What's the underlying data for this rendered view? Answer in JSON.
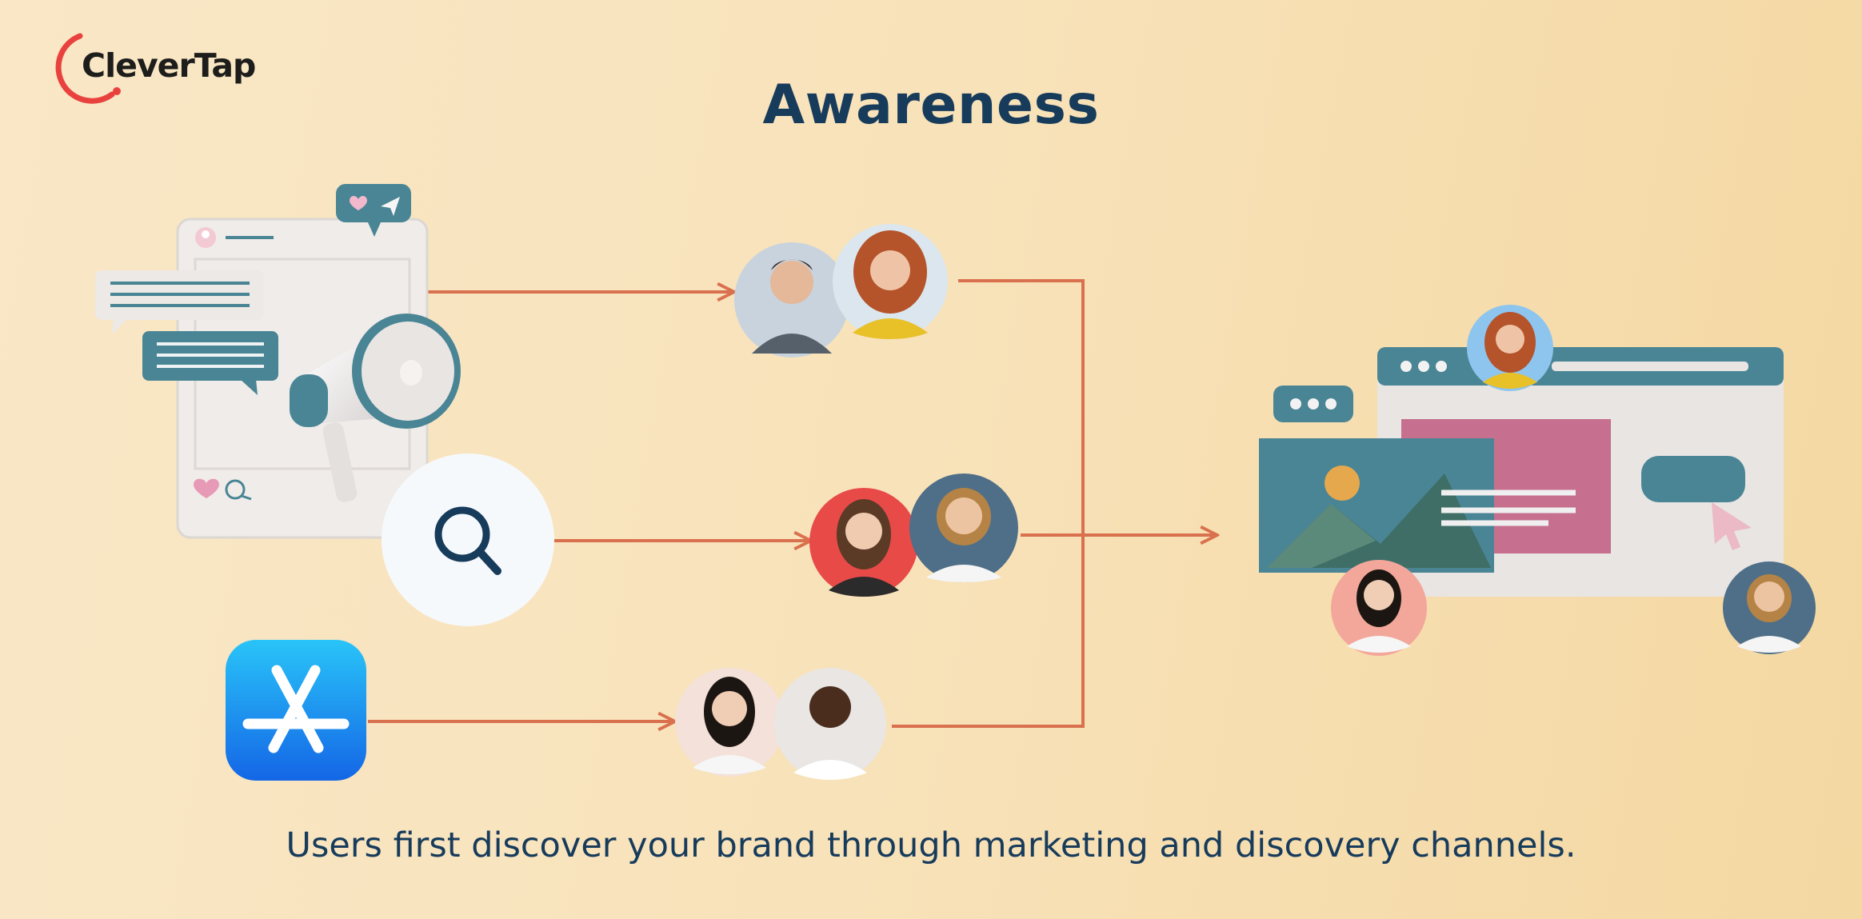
{
  "brand": {
    "name": "CleverTap",
    "logo_icon": "clevertap-arc-logo"
  },
  "title": "Awareness",
  "caption": "Users first discover your brand through marketing and discovery channels.",
  "colors": {
    "connector": "#d9704e",
    "title": "#173b5b",
    "teal": "#4a8595",
    "pink": "#c66f8e",
    "logo_red": "#e8413e",
    "app_store_blue": "#1b86f0"
  },
  "channels": [
    {
      "name": "social-media-post",
      "icons": [
        "megaphone-icon",
        "chat-bubble-icon",
        "heart-icon",
        "send-icon"
      ]
    },
    {
      "name": "search",
      "icons": [
        "search-icon"
      ]
    },
    {
      "name": "app-store",
      "icons": [
        "app-store-icon"
      ]
    }
  ],
  "destination": {
    "name": "website-window",
    "icons": [
      "image-icon",
      "cursor-icon",
      "typing-bubble-icon"
    ]
  }
}
